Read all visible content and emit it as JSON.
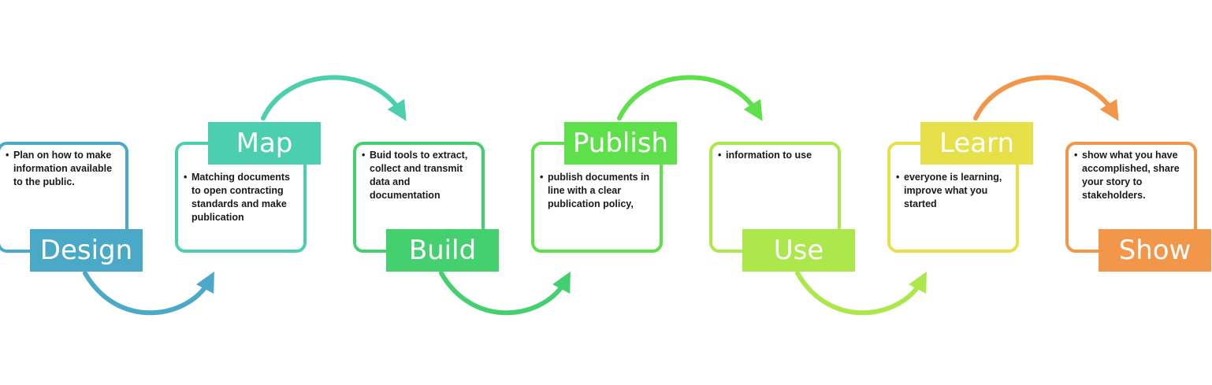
{
  "steps": [
    {
      "label": "Design",
      "text": "Plan on how to make information available to the public.",
      "color": "#4BA9C8"
    },
    {
      "label": "Map",
      "text": "Matching documents to open contracting standards and make publication",
      "color": "#4CCFAE"
    },
    {
      "label": "Build",
      "text": "Buid tools to extract, collect and transmit data and documentation",
      "color": "#45D06F"
    },
    {
      "label": "Publish",
      "text": "publish documents in line with a clear publication policy,",
      "color": "#5EE04A"
    },
    {
      "label": "Use",
      "text": "information to use",
      "color": "#ACE84B"
    },
    {
      "label": "Learn",
      "text": "everyone is learning, improve what you started",
      "color": "#E8E049"
    },
    {
      "label": "Show",
      "text": "show what you have accomplished, share your story to stakeholders.",
      "color": "#F2974A"
    }
  ]
}
